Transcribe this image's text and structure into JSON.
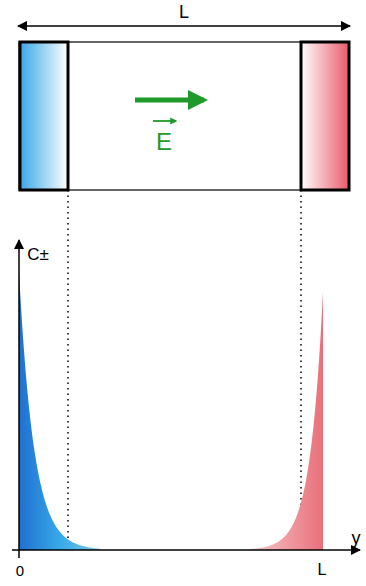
{
  "diagram": {
    "labels": [
      "L",
      "E",
      "C±",
      "y",
      "0",
      "L"
    ]
  }
}
